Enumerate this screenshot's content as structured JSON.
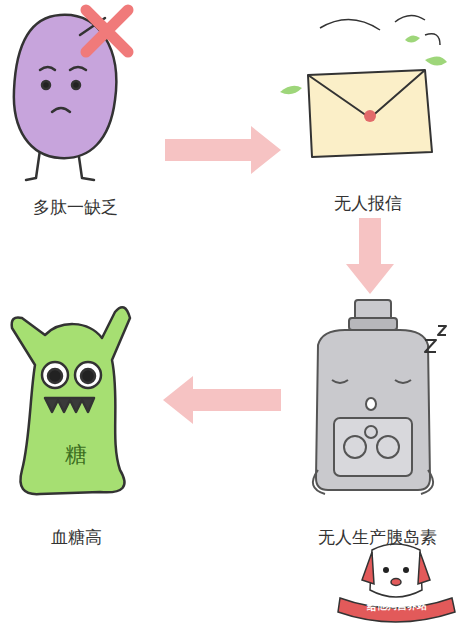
{
  "diagram": {
    "nodes": [
      {
        "text": [
          "多肽一缺乏"
        ]
      },
      {
        "text": [
          "无人报信"
        ]
      },
      {
        "text": [
          "无人生产胰岛素"
        ]
      },
      {
        "text": [
          "糖",
          "血糖高"
        ]
      }
    ],
    "edges": [
      {
        "from": 0,
        "to": 1,
        "arrow": "to"
      },
      {
        "from": 1,
        "to": 2,
        "arrow": "to"
      },
      {
        "from": 2,
        "to": 3,
        "arrow": "to"
      }
    ],
    "labels": [
      "给他狗营养站"
    ]
  }
}
